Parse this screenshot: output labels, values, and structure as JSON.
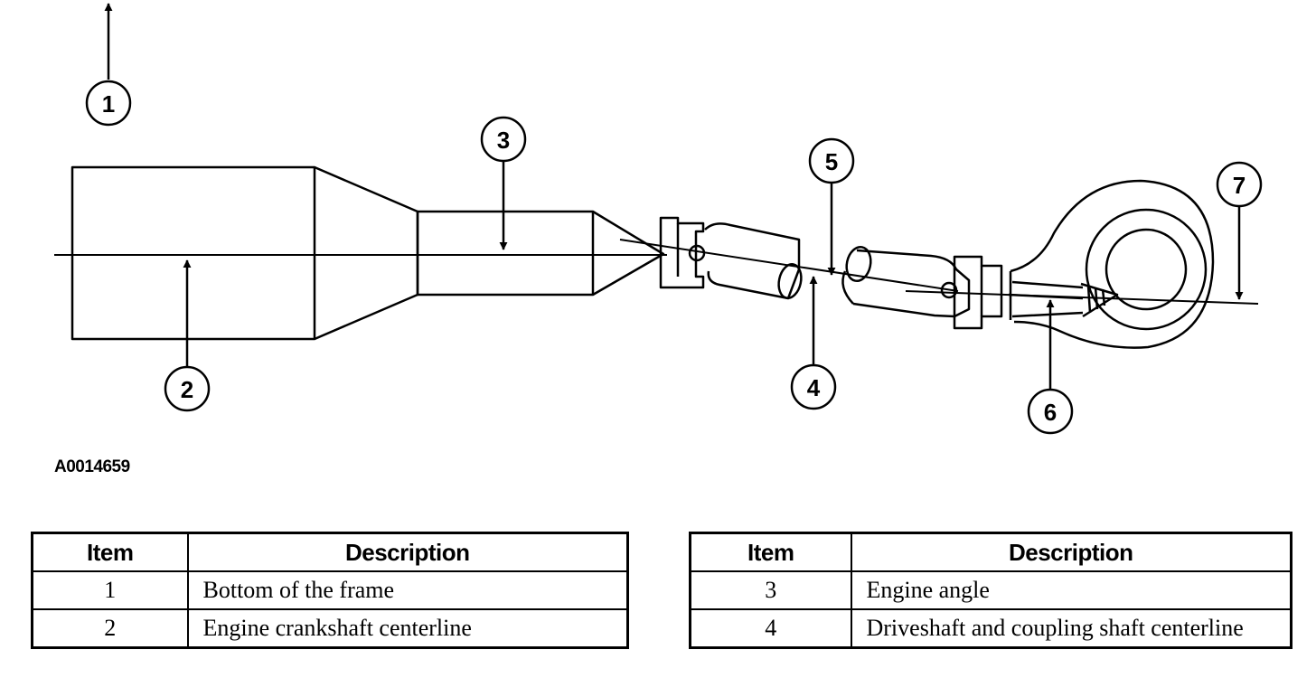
{
  "figure_id": "A0014659",
  "callouts": [
    "1",
    "2",
    "3",
    "4",
    "5",
    "6",
    "7"
  ],
  "tables": [
    {
      "headers": [
        "Item",
        "Description"
      ],
      "rows": [
        [
          "1",
          "Bottom of the frame"
        ],
        [
          "2",
          "Engine crankshaft centerline"
        ]
      ]
    },
    {
      "headers": [
        "Item",
        "Description"
      ],
      "rows": [
        [
          "3",
          "Engine angle"
        ],
        [
          "4",
          "Driveshaft and coupling shaft centerline"
        ]
      ]
    }
  ]
}
